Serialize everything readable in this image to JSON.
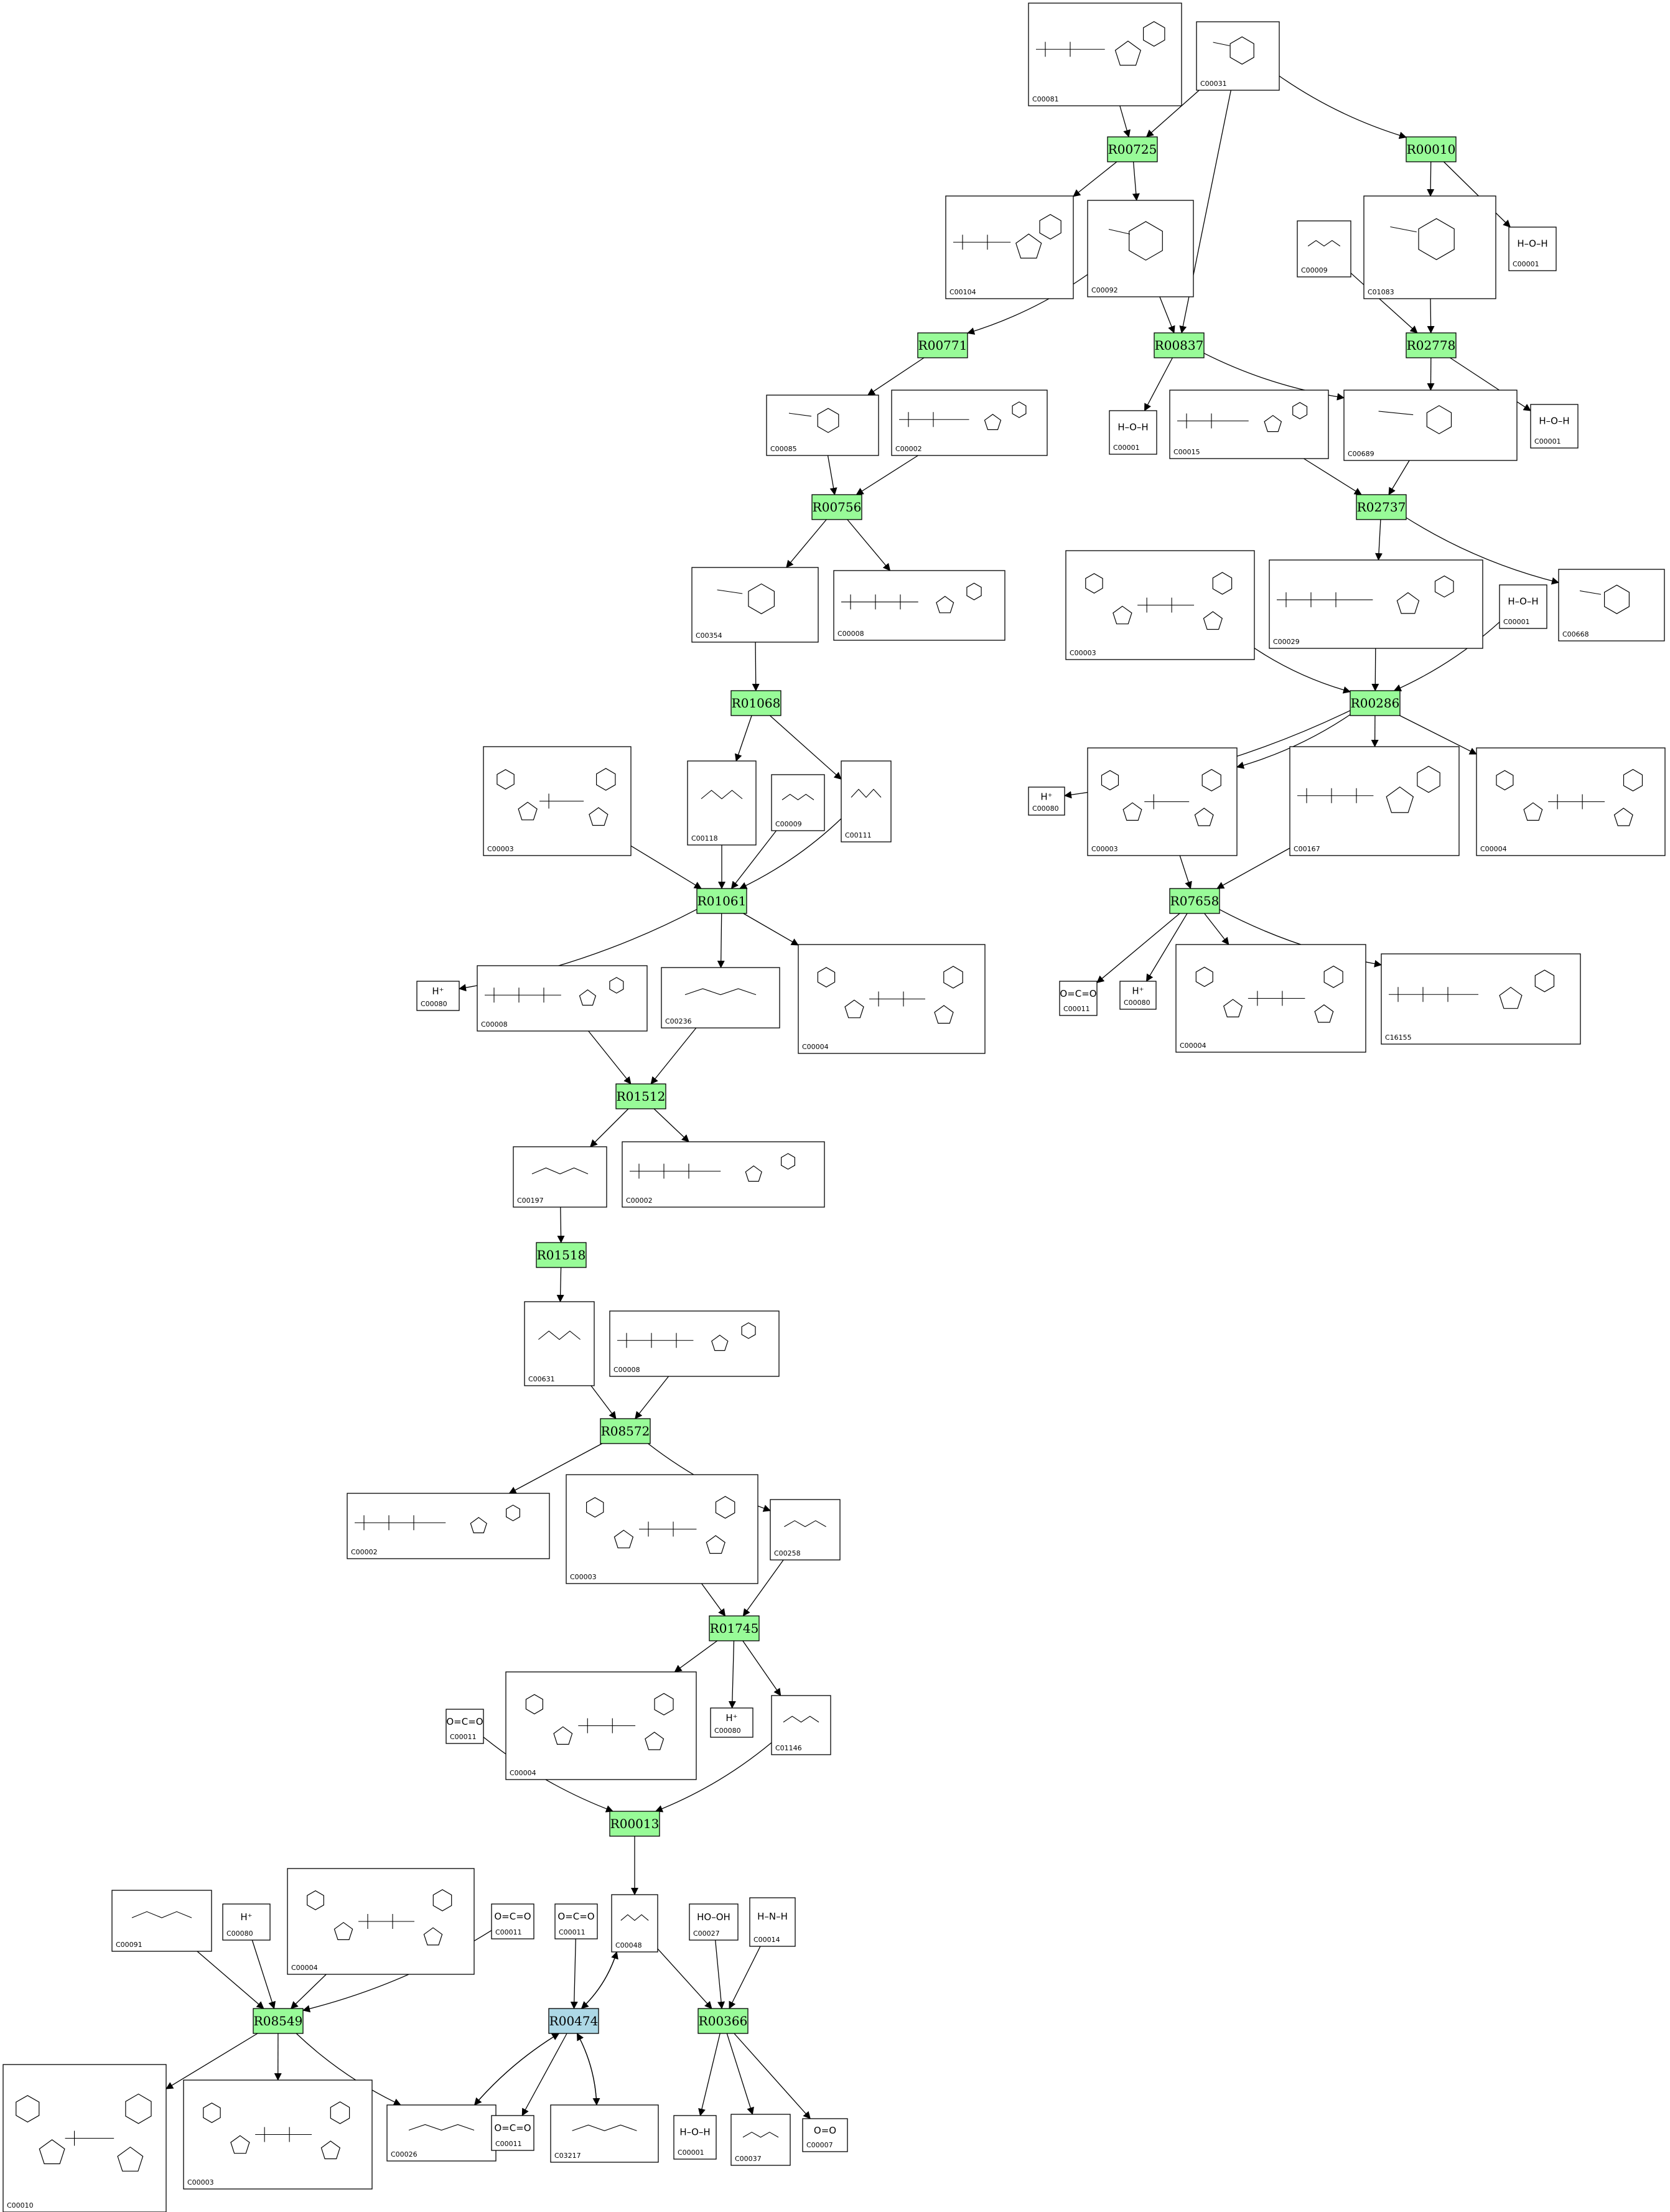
{
  "colors": {
    "reaction_fill": "#98fb98",
    "reaction_highlight_fill": "#add8e6",
    "stroke": "#000000",
    "compound_fill": "#ffffff"
  },
  "reactions": [
    {
      "id": "R00725",
      "highlight": false
    },
    {
      "id": "R00010",
      "highlight": false
    },
    {
      "id": "R00771",
      "highlight": false
    },
    {
      "id": "R00837",
      "highlight": false
    },
    {
      "id": "R02778",
      "highlight": false
    },
    {
      "id": "R00756",
      "highlight": false
    },
    {
      "id": "R02737",
      "highlight": false
    },
    {
      "id": "R01068",
      "highlight": false
    },
    {
      "id": "R00286",
      "highlight": false
    },
    {
      "id": "R01061",
      "highlight": false
    },
    {
      "id": "R07658",
      "highlight": false
    },
    {
      "id": "R01512",
      "highlight": false
    },
    {
      "id": "R01518",
      "highlight": false
    },
    {
      "id": "R08572",
      "highlight": false
    },
    {
      "id": "R01745",
      "highlight": false
    },
    {
      "id": "R00013",
      "highlight": false
    },
    {
      "id": "R08549",
      "highlight": false
    },
    {
      "id": "R00474",
      "highlight": true
    },
    {
      "id": "R00366",
      "highlight": false
    }
  ],
  "compounds": [
    {
      "key": "c00081",
      "id": "C00081",
      "structure": "nucleotide"
    },
    {
      "key": "c00031",
      "id": "C00031",
      "structure": "sugar"
    },
    {
      "key": "c00104",
      "id": "C00104",
      "structure": "nucleotide"
    },
    {
      "key": "c00092",
      "id": "C00092",
      "structure": "sugar"
    },
    {
      "key": "c01083",
      "id": "C01083",
      "structure": "sugar"
    },
    {
      "key": "c00009_a",
      "id": "C00009",
      "structure": "small"
    },
    {
      "key": "c00001_a",
      "id": "C00001",
      "formula": "H–O–H"
    },
    {
      "key": "c00085",
      "id": "C00085",
      "structure": "sugar"
    },
    {
      "key": "c00002_a",
      "id": "C00002",
      "structure": "nucleotide"
    },
    {
      "key": "c00001_b",
      "id": "C00001",
      "formula": "H–O–H"
    },
    {
      "key": "c00015",
      "id": "C00015",
      "structure": "nucleotide"
    },
    {
      "key": "c00689",
      "id": "C00689",
      "structure": "sugar"
    },
    {
      "key": "c00001_c",
      "id": "C00001",
      "formula": "H–O–H"
    },
    {
      "key": "c00354",
      "id": "C00354",
      "structure": "sugar"
    },
    {
      "key": "c00008_a",
      "id": "C00008",
      "structure": "nucleotide"
    },
    {
      "key": "c00003_a",
      "id": "C00003",
      "structure": "dinucleotide"
    },
    {
      "key": "c00029",
      "id": "C00029",
      "structure": "nucleotide"
    },
    {
      "key": "c00001_d",
      "id": "C00001",
      "formula": "H–O–H"
    },
    {
      "key": "c00668",
      "id": "C00668",
      "structure": "sugar"
    },
    {
      "key": "c00003_b",
      "id": "C00003",
      "structure": "dinucleotide"
    },
    {
      "key": "c00118",
      "id": "C00118",
      "structure": "small"
    },
    {
      "key": "c00009_b",
      "id": "C00009",
      "structure": "small"
    },
    {
      "key": "c00111",
      "id": "C00111",
      "structure": "small"
    },
    {
      "key": "c00080_a",
      "id": "C00080",
      "formula": "H⁺"
    },
    {
      "key": "c00003_c",
      "id": "C00003",
      "structure": "dinucleotide"
    },
    {
      "key": "c00167",
      "id": "C00167",
      "structure": "nucleotide"
    },
    {
      "key": "c00004_a",
      "id": "C00004",
      "structure": "dinucleotide"
    },
    {
      "key": "c00080_b",
      "id": "C00080",
      "formula": "H⁺"
    },
    {
      "key": "c00008_b",
      "id": "C00008",
      "structure": "nucleotide"
    },
    {
      "key": "c00236",
      "id": "C00236",
      "structure": "small"
    },
    {
      "key": "c00004_b",
      "id": "C00004",
      "structure": "dinucleotide"
    },
    {
      "key": "c00011_a",
      "id": "C00011",
      "formula": "O=C=O"
    },
    {
      "key": "c00080_c",
      "id": "C00080",
      "formula": "H⁺"
    },
    {
      "key": "c00004_c",
      "id": "C00004",
      "structure": "dinucleotide"
    },
    {
      "key": "c16155",
      "id": "C16155",
      "structure": "nucleotide"
    },
    {
      "key": "c00197",
      "id": "C00197",
      "structure": "small"
    },
    {
      "key": "c00002_b",
      "id": "C00002",
      "structure": "nucleotide"
    },
    {
      "key": "c00631",
      "id": "C00631",
      "structure": "small"
    },
    {
      "key": "c00008_c",
      "id": "C00008",
      "structure": "nucleotide"
    },
    {
      "key": "c00002_c",
      "id": "C00002",
      "structure": "nucleotide"
    },
    {
      "key": "c00003_d",
      "id": "C00003",
      "structure": "dinucleotide"
    },
    {
      "key": "c00258",
      "id": "C00258",
      "structure": "small"
    },
    {
      "key": "c00011_b",
      "id": "C00011",
      "formula": "O=C=O"
    },
    {
      "key": "c00004_d",
      "id": "C00004",
      "structure": "dinucleotide"
    },
    {
      "key": "c00080_d",
      "id": "C00080",
      "formula": "H⁺"
    },
    {
      "key": "c01146",
      "id": "C01146",
      "structure": "small"
    },
    {
      "key": "c00091",
      "id": "C00091",
      "structure": "small"
    },
    {
      "key": "c00080_e",
      "id": "C00080",
      "formula": "H⁺"
    },
    {
      "key": "c00004_e",
      "id": "C00004",
      "structure": "dinucleotide"
    },
    {
      "key": "c00011_c",
      "id": "C00011",
      "formula": "O=C=O"
    },
    {
      "key": "c00011_d",
      "id": "C00011",
      "formula": "O=C=O"
    },
    {
      "key": "c00048",
      "id": "C00048",
      "structure": "small"
    },
    {
      "key": "c00027",
      "id": "C00027",
      "formula": "HO–OH"
    },
    {
      "key": "c00014",
      "id": "C00014",
      "formula": "H–N–H"
    },
    {
      "key": "c00010",
      "id": "C00010",
      "structure": "dinucleotide"
    },
    {
      "key": "c00003_e",
      "id": "C00003",
      "structure": "dinucleotide"
    },
    {
      "key": "c00026",
      "id": "C00026",
      "structure": "small"
    },
    {
      "key": "c00011_e",
      "id": "C00011",
      "formula": "O=C=O"
    },
    {
      "key": "c03217",
      "id": "C03217",
      "structure": "small"
    },
    {
      "key": "c00001_e",
      "id": "C00001",
      "formula": "H–O–H"
    },
    {
      "key": "c00037",
      "id": "C00037",
      "structure": "small"
    },
    {
      "key": "c00007",
      "id": "C00007",
      "formula": "O=O"
    }
  ],
  "edges": [
    [
      "c00081",
      "R00725"
    ],
    [
      "c00031",
      "R00725"
    ],
    [
      "c00031",
      "R00010"
    ],
    [
      "c00031",
      "R00837"
    ],
    [
      "R00725",
      "c00104"
    ],
    [
      "R00725",
      "c00092"
    ],
    [
      "R00010",
      "c01083"
    ],
    [
      "R00010",
      "c00001_a"
    ],
    [
      "c00092",
      "R00771"
    ],
    [
      "c00092",
      "R00837"
    ],
    [
      "c01083",
      "R02778"
    ],
    [
      "c00009_a",
      "R02778"
    ],
    [
      "R00771",
      "c00085"
    ],
    [
      "R00837",
      "c00001_b"
    ],
    [
      "R00837",
      "c00689"
    ],
    [
      "R02778",
      "c00689"
    ],
    [
      "R02778",
      "c00001_c"
    ],
    [
      "c00085",
      "R00756"
    ],
    [
      "c00002_a",
      "R00756"
    ],
    [
      "c00015",
      "R02737"
    ],
    [
      "c00689",
      "R02737"
    ],
    [
      "R00756",
      "c00354"
    ],
    [
      "R00756",
      "c00008_a"
    ],
    [
      "R02737",
      "c00029"
    ],
    [
      "R02737",
      "c00668"
    ],
    [
      "c00354",
      "R01068"
    ],
    [
      "c00003_a",
      "R00286"
    ],
    [
      "c00029",
      "R00286"
    ],
    [
      "c00001_d",
      "R00286"
    ],
    [
      "R01068",
      "c00118"
    ],
    [
      "R01068",
      "c00111"
    ],
    [
      "R00286",
      "c00080_a"
    ],
    [
      "R00286",
      "c00003_c"
    ],
    [
      "R00286",
      "c00167"
    ],
    [
      "R00286",
      "c00004_a"
    ],
    [
      "c00003_b",
      "R01061"
    ],
    [
      "c00118",
      "R01061"
    ],
    [
      "c00009_b",
      "R01061"
    ],
    [
      "c00111",
      "R01061"
    ],
    [
      "c00003_c",
      "R07658"
    ],
    [
      "c00167",
      "R07658"
    ],
    [
      "R01061",
      "c00080_b"
    ],
    [
      "R01061",
      "c00236"
    ],
    [
      "R01061",
      "c00004_b"
    ],
    [
      "R07658",
      "c00011_a"
    ],
    [
      "R07658",
      "c00080_c"
    ],
    [
      "R07658",
      "c00004_c"
    ],
    [
      "R07658",
      "c16155"
    ],
    [
      "c00008_b",
      "R01512"
    ],
    [
      "c00236",
      "R01512"
    ],
    [
      "R01512",
      "c00197"
    ],
    [
      "R01512",
      "c00002_b"
    ],
    [
      "c00197",
      "R01518"
    ],
    [
      "R01518",
      "c00631"
    ],
    [
      "c00631",
      "R08572"
    ],
    [
      "c00008_c",
      "R08572"
    ],
    [
      "R08572",
      "c00002_c"
    ],
    [
      "R08572",
      "c00258"
    ],
    [
      "c00003_d",
      "R01745"
    ],
    [
      "c00258",
      "R01745"
    ],
    [
      "R01745",
      "c00004_d"
    ],
    [
      "R01745",
      "c00080_d"
    ],
    [
      "R01745",
      "c01146"
    ],
    [
      "c00011_b",
      "R00013"
    ],
    [
      "c01146",
      "R00013"
    ],
    [
      "R00013",
      "c00048"
    ],
    [
      "c00091",
      "R08549"
    ],
    [
      "c00080_e",
      "R08549"
    ],
    [
      "c00004_e",
      "R08549"
    ],
    [
      "c00011_c",
      "R08549"
    ],
    [
      "c00011_d",
      "R00474"
    ],
    [
      "c00048",
      "R00474"
    ],
    [
      "R00474",
      "c00048"
    ],
    [
      "c00048",
      "R00366"
    ],
    [
      "c00027",
      "R00366"
    ],
    [
      "c00014",
      "R00366"
    ],
    [
      "c00026",
      "R00474"
    ],
    [
      "R00474",
      "c00026"
    ],
    [
      "R00474",
      "c00011_e"
    ],
    [
      "R00474",
      "c03217"
    ],
    [
      "c03217",
      "R00474"
    ],
    [
      "R08549",
      "c00010"
    ],
    [
      "R08549",
      "c00003_e"
    ],
    [
      "R08549",
      "c00026"
    ],
    [
      "R00366",
      "c00001_e"
    ],
    [
      "R00366",
      "c00037"
    ],
    [
      "R00366",
      "c00007"
    ]
  ]
}
